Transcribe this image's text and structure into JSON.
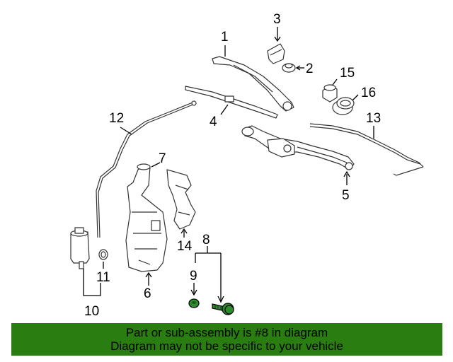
{
  "callouts": {
    "c1": "1",
    "c2": "2",
    "c3": "3",
    "c4": "4",
    "c5": "5",
    "c6": "6",
    "c7": "7",
    "c8": "8",
    "c9": "9",
    "c10": "10",
    "c11": "11",
    "c12": "12",
    "c13": "13",
    "c14": "14",
    "c15": "15",
    "c16": "16"
  },
  "banner": {
    "line1": "Part or sub-assembly is #8 in diagram",
    "line2": "Diagram may not be specific to your vehicle"
  },
  "colors": {
    "banner_bg": "#2a7d10",
    "highlight_part": "#2e8b2e"
  }
}
